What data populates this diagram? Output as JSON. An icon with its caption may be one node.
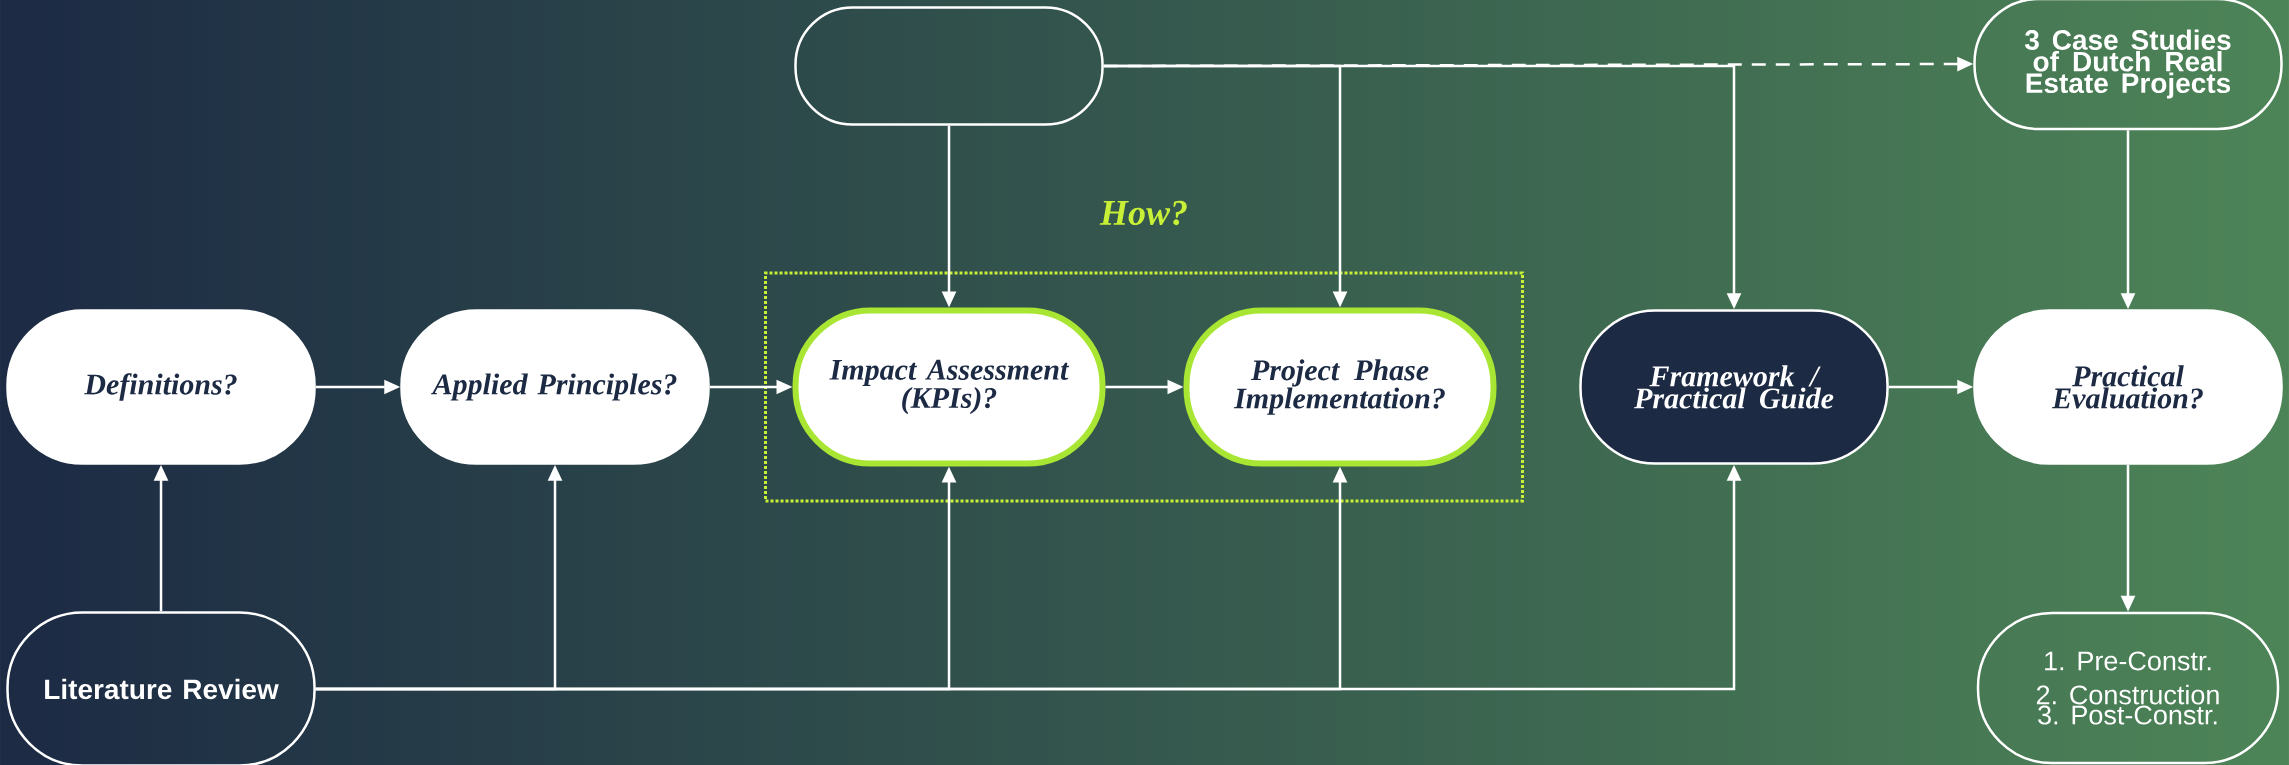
{
  "diagram": {
    "nodes": [
      {
        "text": [],
        "shape": "box"
      },
      {
        "text": [
          "3 Case Studies of Dutch Real Estate Projects"
        ]
      },
      {
        "text": [
          "Definitions?"
        ]
      },
      {
        "text": [
          "Applied Principles?"
        ]
      },
      {
        "text": [
          "How?"
        ]
      },
      {
        "text": [
          "Impact Assessment (KPIs)?"
        ],
        "in": 4
      },
      {
        "text": [
          "Project Phase Implementation?"
        ],
        "in": 4
      },
      {
        "text": [
          "Framework / Practical Guide"
        ]
      },
      {
        "text": [
          "Practical Evaluation?"
        ]
      },
      {
        "text": [
          "Literature Review"
        ]
      },
      {
        "text": [
          "1. Pre-Constr.",
          "2. Construction",
          "3. Post-Constr."
        ]
      }
    ],
    "edges": [
      {
        "from": 2,
        "to": 3,
        "arrow": "to"
      },
      {
        "from": 3,
        "to": 5,
        "arrow": "to"
      },
      {
        "from": 5,
        "to": 6,
        "arrow": "to"
      },
      {
        "from": 7,
        "to": 8,
        "arrow": "to"
      },
      {
        "from": 0,
        "to": 5,
        "arrow": "to"
      },
      {
        "from": 0,
        "to": 6,
        "arrow": "to"
      },
      {
        "from": 0,
        "to": 7,
        "arrow": "to"
      },
      {
        "from": 0,
        "to": 1,
        "arrow": "to",
        "style": "dashed"
      },
      {
        "from": 1,
        "to": 8,
        "arrow": "to"
      },
      {
        "from": 8,
        "to": 10,
        "arrow": "to"
      },
      {
        "from": 9,
        "to": 2,
        "arrow": "to"
      },
      {
        "from": 9,
        "to": 3,
        "arrow": "to"
      },
      {
        "from": 9,
        "to": 5,
        "arrow": "to"
      },
      {
        "from": 9,
        "to": 6,
        "arrow": "to"
      },
      {
        "from": 9,
        "to": 7,
        "arrow": "to"
      }
    ]
  }
}
